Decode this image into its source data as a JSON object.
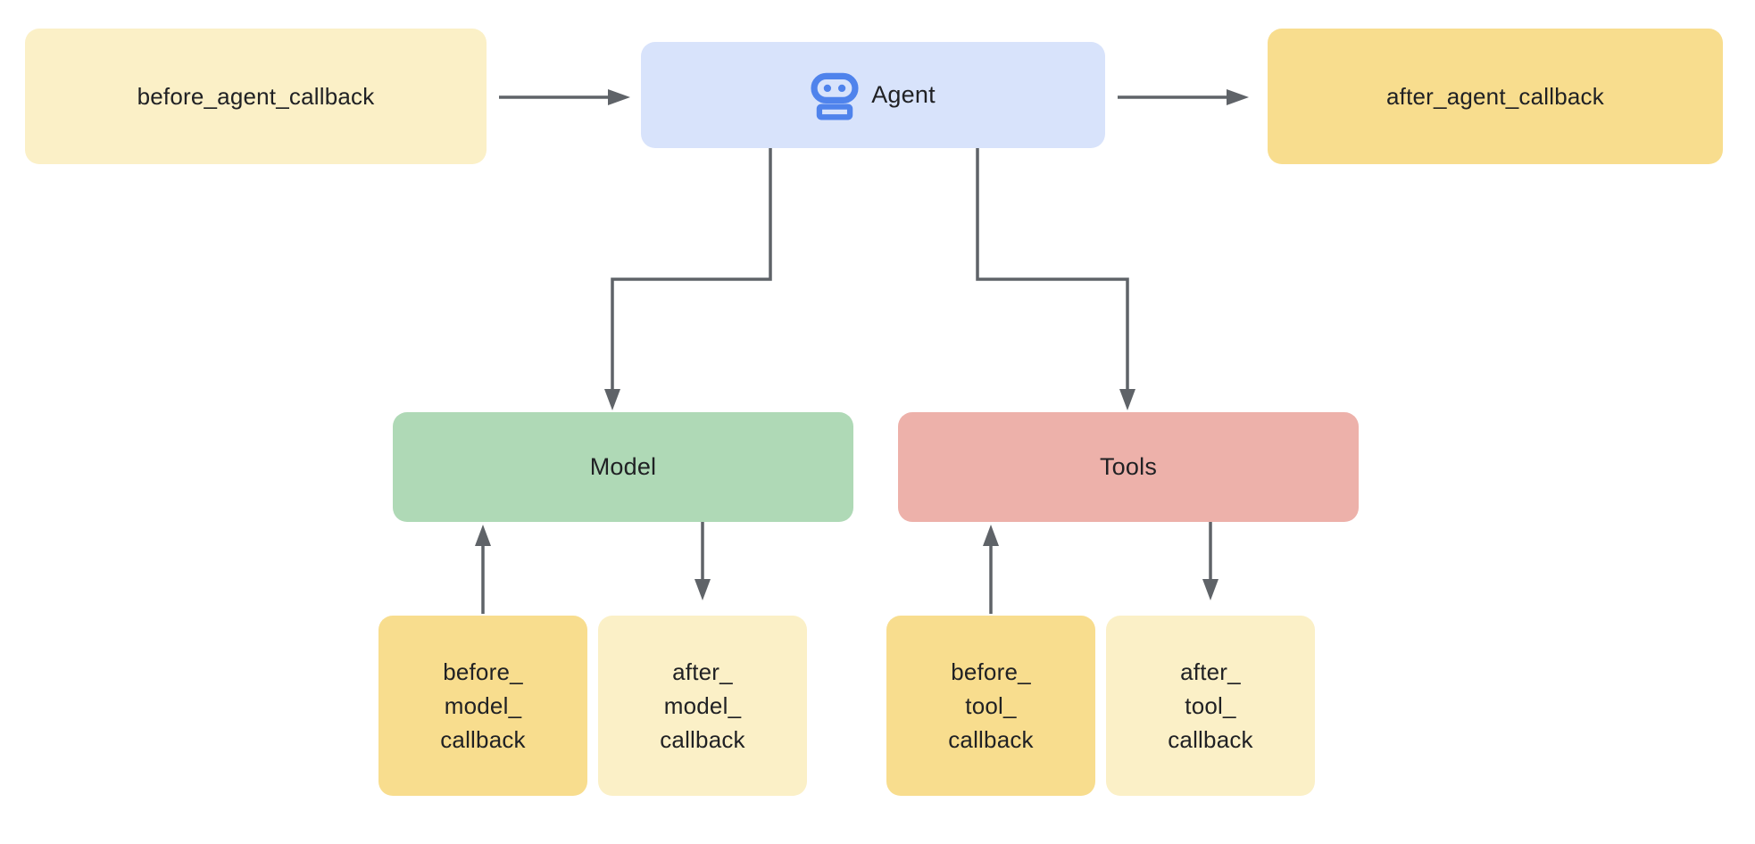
{
  "diagram": {
    "type": "flowchart",
    "background": "#ffffff",
    "nodes": {
      "before_agent": {
        "label": "before_agent_callback",
        "fill": "#fbf0c7"
      },
      "agent": {
        "label": "Agent",
        "icon": "robot-icon",
        "fill": "#d8e3fb"
      },
      "after_agent": {
        "label": "after_agent_callback",
        "fill": "#f8dd8e"
      },
      "model": {
        "label": "Model",
        "fill": "#afd9b6"
      },
      "tools": {
        "label": "Tools",
        "fill": "#edb1aa"
      },
      "before_model": {
        "label": "before_model_callback",
        "lines": [
          "before_",
          "model_",
          "callback"
        ],
        "fill": "#f8dd8e"
      },
      "after_model": {
        "label": "after_model_callback",
        "lines": [
          "after_",
          "model_",
          "callback"
        ],
        "fill": "#fbf0c7"
      },
      "before_tool": {
        "label": "before_tool_callback",
        "lines": [
          "before_",
          "tool_",
          "callback"
        ],
        "fill": "#f8dd8e"
      },
      "after_tool": {
        "label": "after_tool_callback",
        "lines": [
          "after_",
          "tool_",
          "callback"
        ],
        "fill": "#fbf0c7"
      }
    },
    "edges": [
      {
        "from": "before_agent_callback",
        "to": "Agent"
      },
      {
        "from": "Agent",
        "to": "after_agent_callback"
      },
      {
        "from": "Agent",
        "to": "Model"
      },
      {
        "from": "Agent",
        "to": "Tools"
      },
      {
        "from": "before_model_callback",
        "to": "Model"
      },
      {
        "from": "Model",
        "to": "after_model_callback"
      },
      {
        "from": "before_tool_callback",
        "to": "Tools"
      },
      {
        "from": "Tools",
        "to": "after_tool_callback"
      }
    ],
    "colors": {
      "arrow": "#5f6368",
      "text": "#202124",
      "agent_blue_fill": "#d8e3fb",
      "icon_blue": "#4f83ec",
      "light_yellow": "#fbf0c7",
      "dark_yellow": "#f8dd8e",
      "model_green": "#afd9b6",
      "tools_pink": "#edb1aa"
    }
  }
}
